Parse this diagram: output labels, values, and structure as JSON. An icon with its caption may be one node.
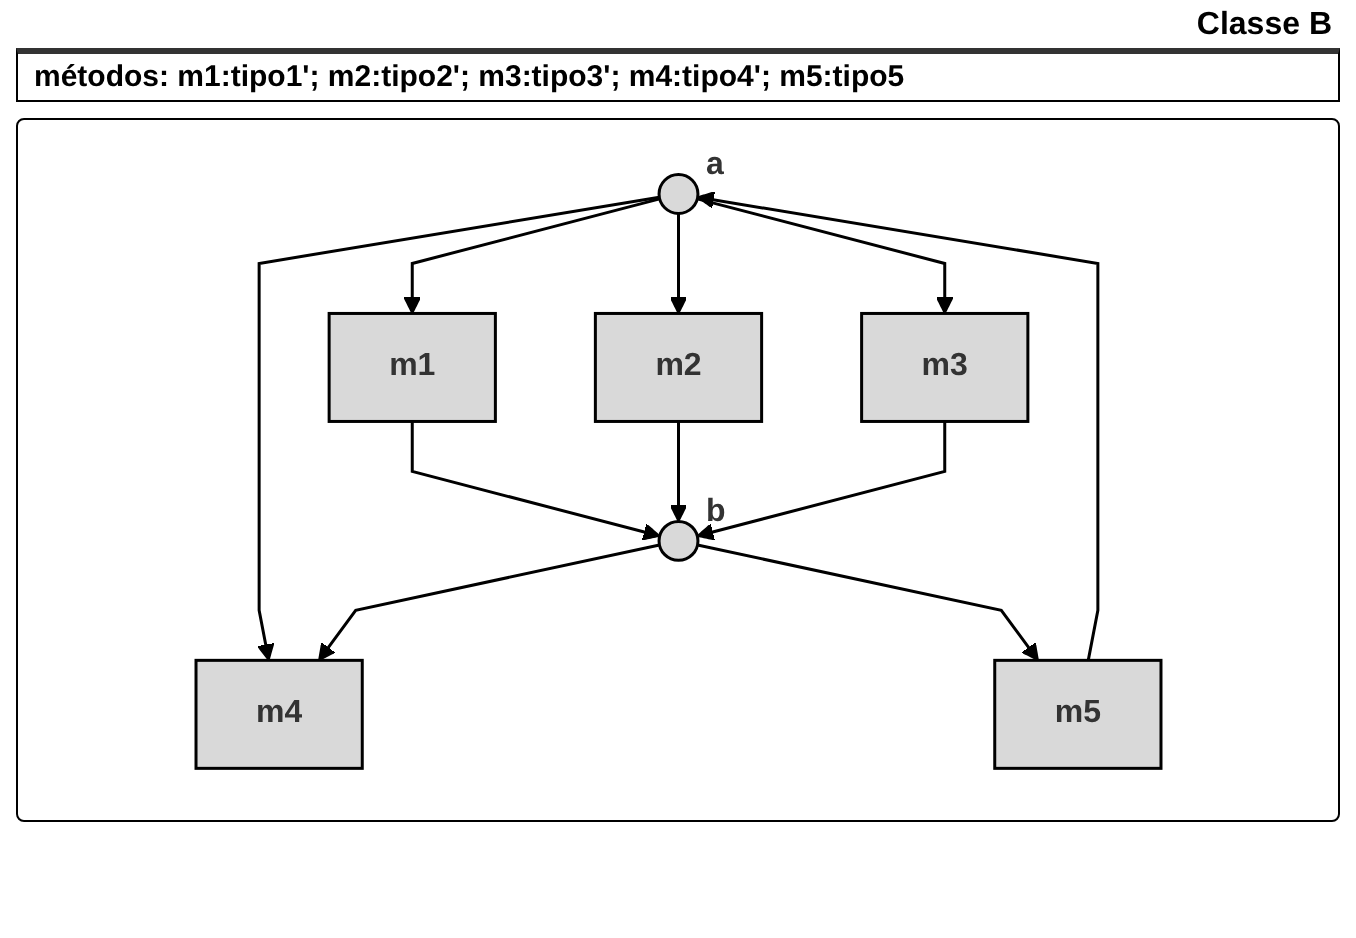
{
  "diagram": {
    "title": "Classe B",
    "nodes": [
      {
        "text": [],
        "shape": "circle",
        "beside": [
          "a"
        ]
      },
      {
        "text": [
          "m1"
        ]
      },
      {
        "text": [
          "m2"
        ]
      },
      {
        "text": [
          "m3"
        ]
      },
      {
        "text": [
          "m4"
        ]
      },
      {
        "text": [
          "m5"
        ]
      },
      {
        "text": [],
        "shape": "circle",
        "beside": [
          "b"
        ]
      }
    ],
    "edges": [
      {
        "from": 0,
        "to": 1,
        "arrow": "to"
      },
      {
        "from": 0,
        "to": 2,
        "arrow": "to"
      },
      {
        "from": 0,
        "to": 3,
        "arrow": "to"
      },
      {
        "from": 0,
        "to": 4,
        "arrow": "to"
      },
      {
        "from": 1,
        "to": 6,
        "arrow": "to"
      },
      {
        "from": 2,
        "to": 6,
        "arrow": "to"
      },
      {
        "from": 3,
        "to": 6,
        "arrow": "to"
      },
      {
        "from": 6,
        "to": 4,
        "arrow": "to"
      },
      {
        "from": 6,
        "to": 5,
        "arrow": "to"
      },
      {
        "from": 5,
        "to": 0,
        "arrow": "to"
      }
    ],
    "labels": [
      "métodos: m1:tipo1'; m2:tipo2'; m3:tipo3'; m4:tipo4'; m5:tipo5"
    ]
  }
}
